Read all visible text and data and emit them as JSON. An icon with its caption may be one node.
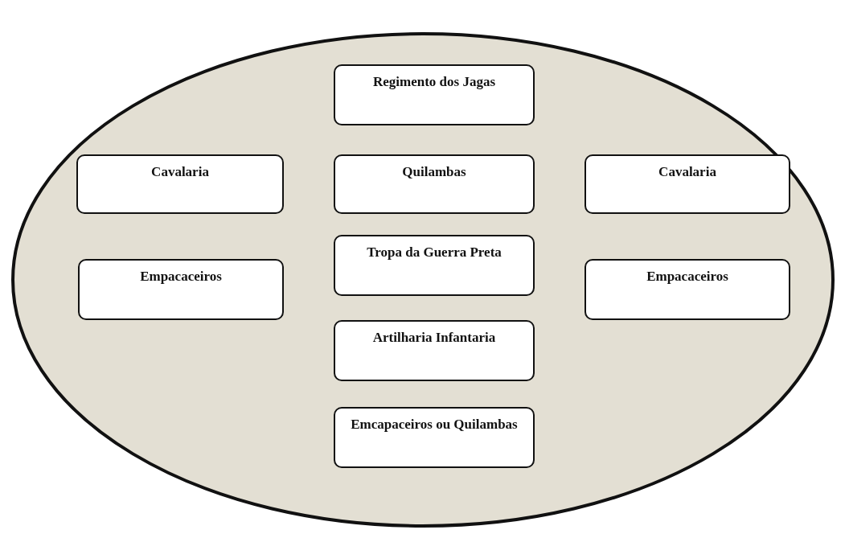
{
  "diagram": {
    "nodes": [
      {
        "text": [],
        "shape": "ellipse"
      },
      {
        "text": [
          "Regimento dos Jagas"
        ],
        "in": 0
      },
      {
        "text": [
          "Cavalaria"
        ],
        "in": 0
      },
      {
        "text": [
          "Quilambas"
        ],
        "in": 0
      },
      {
        "text": [
          "Cavalaria"
        ],
        "in": 0
      },
      {
        "text": [
          "Empacaceiros"
        ],
        "in": 0
      },
      {
        "text": [
          "Tropa da Guerra Preta"
        ],
        "in": 0
      },
      {
        "text": [
          "Empacaceiros"
        ],
        "in": 0
      },
      {
        "text": [
          "Artilharia Infantaria"
        ],
        "in": 0
      },
      {
        "text": [
          "Emcapaceiros ou Quilambas"
        ],
        "in": 0
      }
    ],
    "edges": []
  }
}
